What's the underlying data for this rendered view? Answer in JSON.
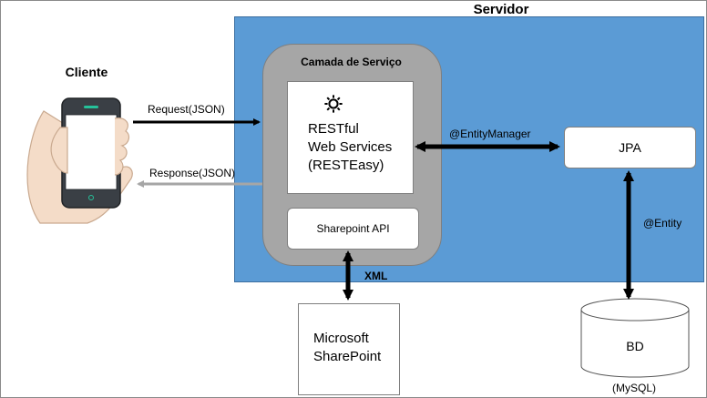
{
  "server": {
    "title": "Servidor"
  },
  "client": {
    "title": "Cliente",
    "icon": "smartphone-in-hand-icon"
  },
  "service_layer": {
    "title": "Camada de Serviço",
    "rest": {
      "line1": "RESTful",
      "line2": "Web Services",
      "line3": "(RESTEasy)",
      "icon": "gear-icon"
    },
    "sharepoint_api": "Sharepoint API"
  },
  "jpa": {
    "label": "JPA"
  },
  "database": {
    "label": "BD",
    "sublabel": "(MySQL)"
  },
  "sharepoint": {
    "line1": "Microsoft",
    "line2": "SharePoint"
  },
  "edges": {
    "request": "Request(JSON)",
    "response": "Response(JSON)",
    "entity_manager": "@EntityManager",
    "entity": "@Entity",
    "xml": "XML"
  },
  "colors": {
    "server_bg": "#5b9bd5",
    "service_layer_bg": "#a6a6a6",
    "arrow": "#000000",
    "response_arrow": "#a6a6a6"
  }
}
